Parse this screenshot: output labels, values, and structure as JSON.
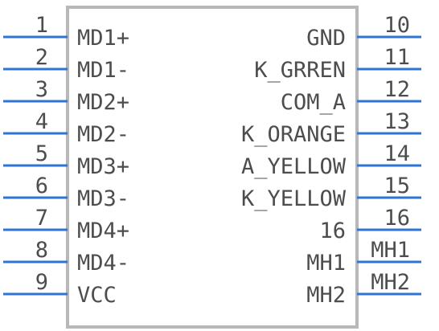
{
  "colors": {
    "body_outline": "#b8b8b8",
    "pin_line": "#2f74d0",
    "text": "#4d4d4d",
    "background": "#ffffff"
  },
  "left_pins": [
    {
      "number": "1",
      "name": "MD1+"
    },
    {
      "number": "2",
      "name": "MD1-"
    },
    {
      "number": "3",
      "name": "MD2+"
    },
    {
      "number": "4",
      "name": "MD2-"
    },
    {
      "number": "5",
      "name": "MD3+"
    },
    {
      "number": "6",
      "name": "MD3-"
    },
    {
      "number": "7",
      "name": "MD4+"
    },
    {
      "number": "8",
      "name": "MD4-"
    },
    {
      "number": "9",
      "name": "VCC"
    }
  ],
  "right_pins": [
    {
      "number": "10",
      "name": "GND"
    },
    {
      "number": "11",
      "name": "K_GRREN"
    },
    {
      "number": "12",
      "name": "COM_A"
    },
    {
      "number": "13",
      "name": "K_ORANGE"
    },
    {
      "number": "14",
      "name": "A_YELLOW"
    },
    {
      "number": "15",
      "name": "K_YELLOW"
    },
    {
      "number": "16",
      "name": "16"
    },
    {
      "number": "MH1",
      "name": "MH1"
    },
    {
      "number": "MH2",
      "name": "MH2"
    }
  ]
}
